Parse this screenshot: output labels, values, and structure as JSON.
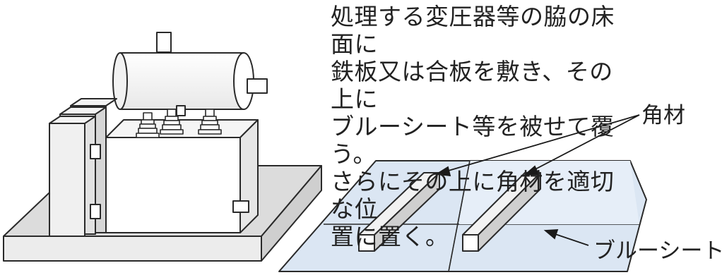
{
  "description": "処理する変圧器等の脇の床面に\n鉄板又は合板を敷き、その上に\nブルーシート等を被せて覆う。\nさらにその上に角材を適切な位\n置に置く。",
  "labels": {
    "kakuzai": "角材",
    "blue_sheet": "ブルーシート"
  },
  "colors": {
    "outline": "#2a2a2a",
    "sheet_fill": "#dbe6f3",
    "sheet_fill_light": "#e6eef8",
    "floor_fill": "#d9d9d9",
    "white": "#ffffff",
    "body_side": "#e6e6e6"
  }
}
